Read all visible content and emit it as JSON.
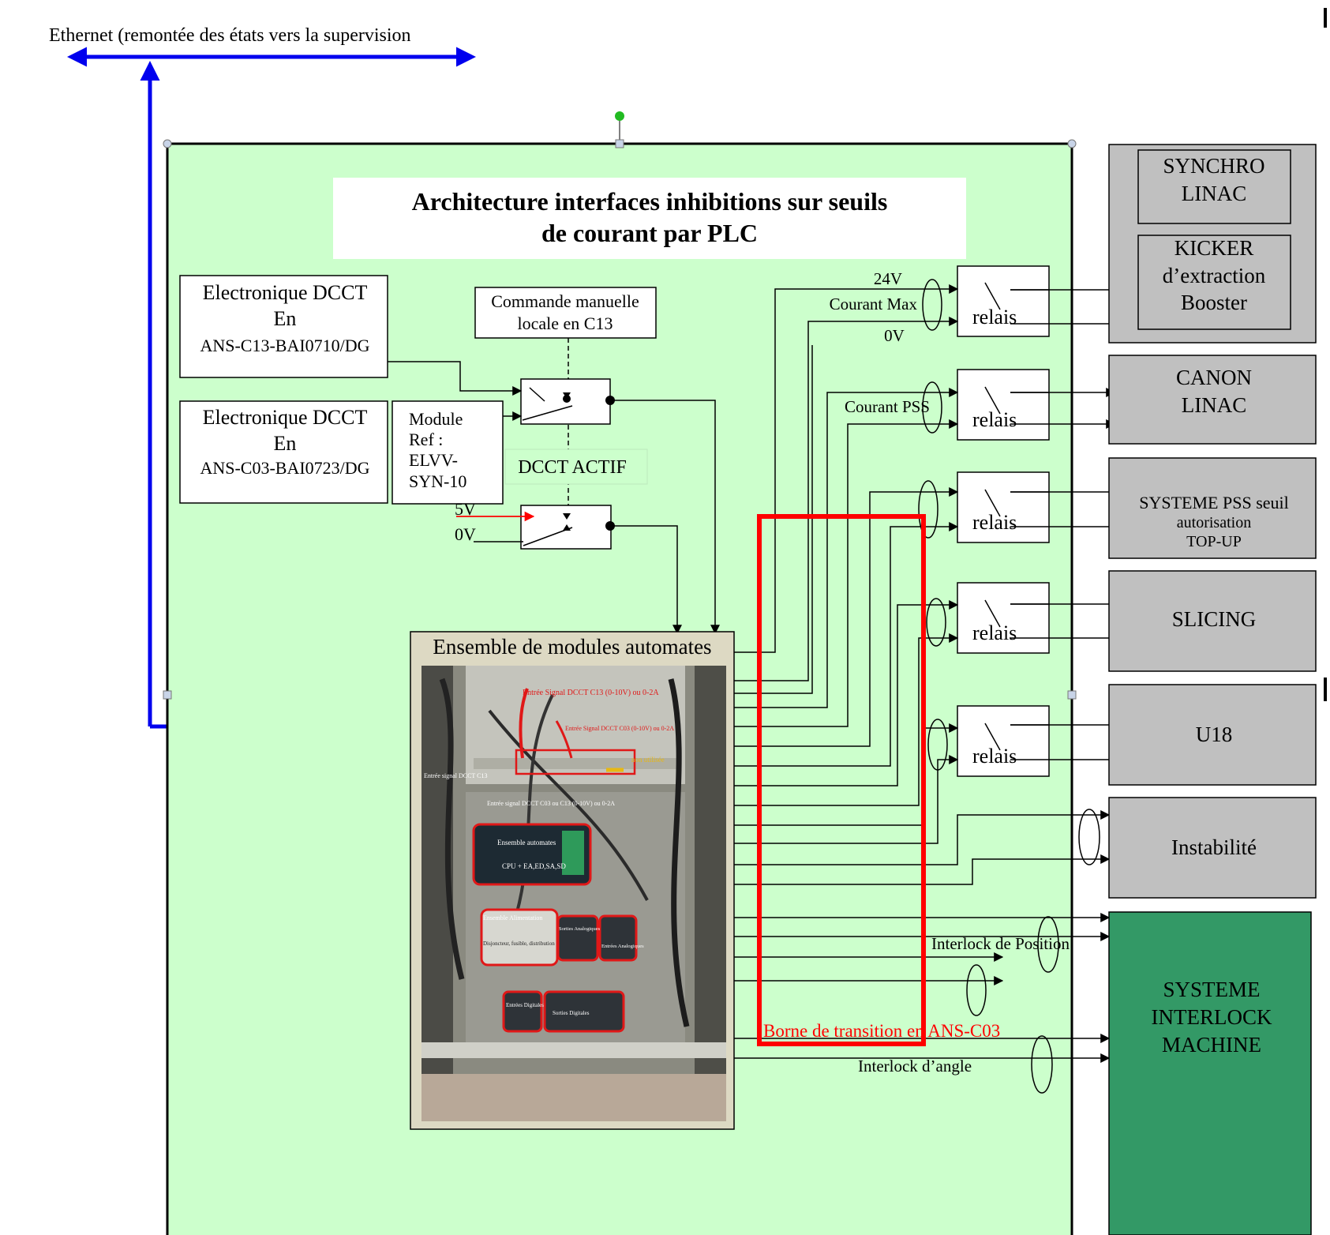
{
  "ethernet": {
    "label": "Ethernet (remontée des états vers la supervision"
  },
  "title": {
    "line1": "Architecture interfaces inhibitions sur seuils",
    "line2": "de courant par PLC"
  },
  "dcct1": {
    "line1": "Electronique DCCT",
    "line2": "En",
    "line3": "ANS-C13-BAI0710/DG"
  },
  "dcct2": {
    "line1": "Electronique DCCT",
    "line2": "En",
    "line3": "ANS-C03-BAI0723/DG"
  },
  "module": {
    "line1": "Module",
    "line2": "Ref :",
    "line3": "ELVV-",
    "line4": "SYN-10"
  },
  "commande": {
    "line1": "Commande manuelle",
    "line2": "locale en C13"
  },
  "dcct_actif": "DCCT ACTIF",
  "volt_5v": "5V",
  "volt_0v_switch": "0V",
  "ensemble": {
    "label": "Ensemble de modules automates"
  },
  "photo_labels": {
    "entree_top": "Entrée Signal DCCT C13 (0-10V) ou 0-2A",
    "entree_c03": "Entrée Signal DCCT C03 (0-10V) ou 0-2A",
    "entree_c13_left": "Entrée signal DCCT C13",
    "non_utilisee": "non utilisée",
    "entree_mid": "Entrée signal DCCT C03 ou C13 (0-10V) ou 0-2A",
    "ensemble_auto": "Ensemble automates",
    "cpu": "CPU + EA,ED,SA,SD",
    "alim": "Ensemble Alimentation",
    "disjoncteur": "Disjoncteur, fusible, distribution",
    "sorties_ana": "Sorties Analogiques",
    "entrees_ana": "Entrées Analogiques",
    "entrees_dig": "Entrées Digitales",
    "sorties_dig": "Sorties Digitales"
  },
  "relay_label": "relais",
  "signals": {
    "v24": "24V",
    "courant_max": "Courant Max",
    "v0": "0V",
    "courant_pss": "Courant PSS"
  },
  "borne": "Borne de transition en ANS-C03",
  "interlock_position": "Interlock de Position",
  "interlock_angle": "Interlock d’angle",
  "destinations": {
    "synchro": {
      "line1": "SYNCHRO",
      "line2": "LINAC"
    },
    "kicker": {
      "line1": "KICKER",
      "line2": "d’extraction",
      "line3": "Booster"
    },
    "canon": {
      "line1": "CANON",
      "line2": "LINAC"
    },
    "pss": {
      "line1": "SYSTEME PSS seuil",
      "line2": "autorisation",
      "line3": "TOP-UP"
    },
    "slicing": "SLICING",
    "u18": "U18",
    "instabilite": "Instabilité",
    "interlock": {
      "line1": "SYSTEME",
      "line2": "INTERLOCK",
      "line3": "MACHINE"
    }
  },
  "colors": {
    "page": "#ffffff",
    "panel": "#ccffcc",
    "dest_gray": "#c0c0c0",
    "interlock_green": "#339966",
    "ethernet_blue": "#0000ee",
    "borne_red": "#ff0000"
  }
}
